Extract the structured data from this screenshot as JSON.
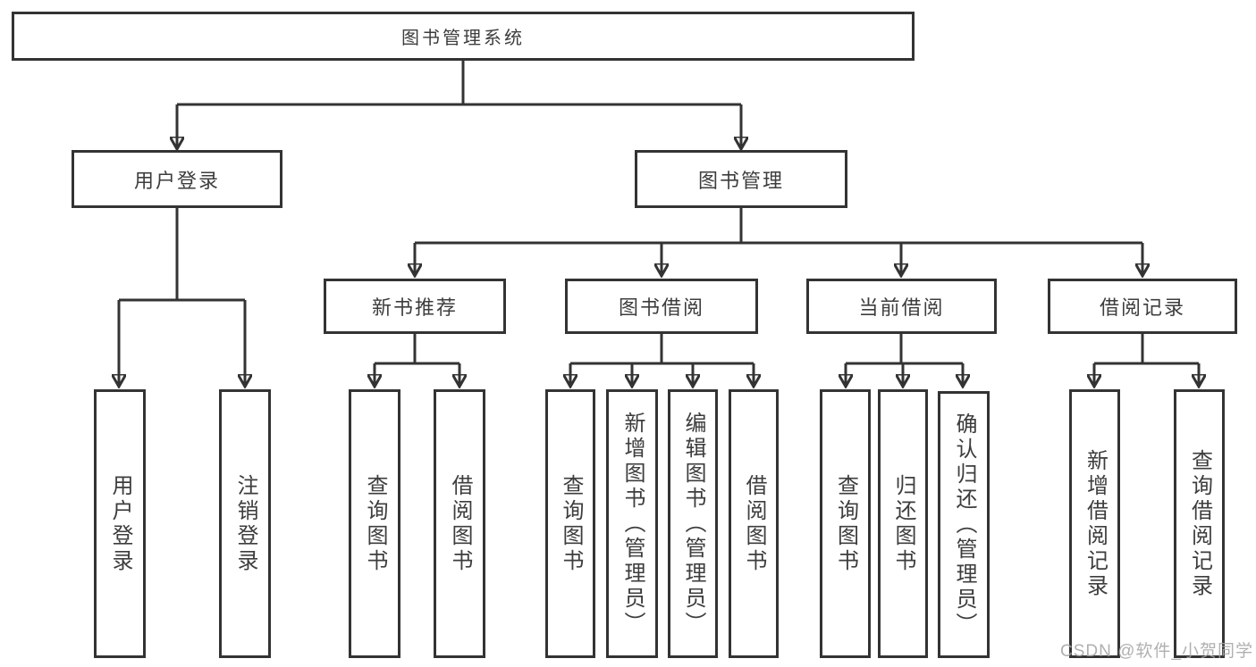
{
  "colors": {
    "ink": "#333333",
    "text": "#3d3d3d",
    "background": "#ffffff",
    "watermark_gray": "#a5a5a5"
  },
  "watermark": "CSDN @软件_小贺同学",
  "tree": {
    "label": "图书管理系统",
    "children": [
      {
        "label": "用户登录",
        "children": [
          {
            "label": "用户登录"
          },
          {
            "label": "注销登录"
          }
        ]
      },
      {
        "label": "图书管理",
        "children": [
          {
            "label": "新书推荐",
            "children": [
              {
                "label": "查询图书"
              },
              {
                "label": "借阅图书"
              }
            ]
          },
          {
            "label": "图书借阅",
            "children": [
              {
                "label": "查询图书"
              },
              {
                "label": "新增图书（管理员）"
              },
              {
                "label": "编辑图书（管理员）"
              },
              {
                "label": "借阅图书"
              }
            ]
          },
          {
            "label": "当前借阅",
            "children": [
              {
                "label": "查询图书"
              },
              {
                "label": "归还图书"
              },
              {
                "label": "确认归还（管理员）"
              }
            ]
          },
          {
            "label": "借阅记录",
            "children": [
              {
                "label": "新增借阅记录"
              },
              {
                "label": "查询借阅记录"
              }
            ]
          }
        ]
      }
    ]
  }
}
